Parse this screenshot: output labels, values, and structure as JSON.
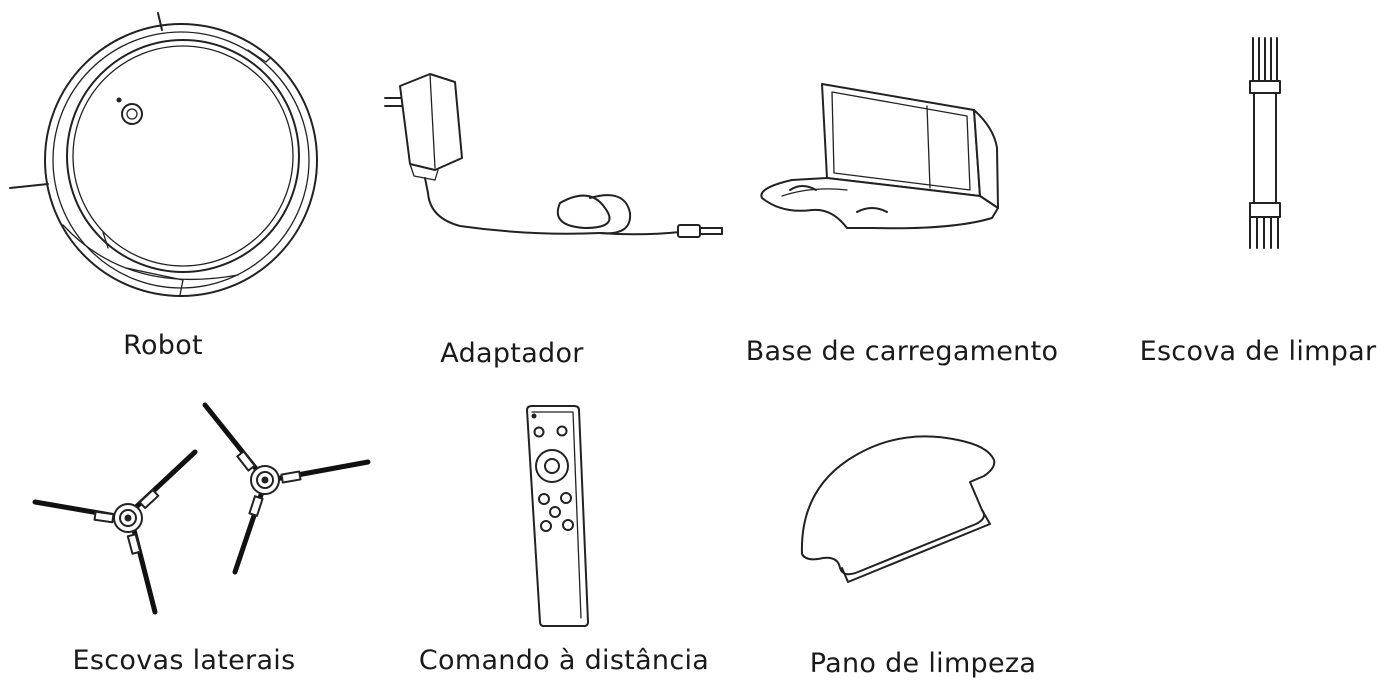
{
  "items": [
    {
      "id": "robot",
      "label": "Robot",
      "icon": "robot-vacuum-icon"
    },
    {
      "id": "adapter",
      "label": "Adaptador",
      "icon": "power-adapter-icon"
    },
    {
      "id": "charging_base",
      "label": "Base de carregamento",
      "icon": "charging-base-icon"
    },
    {
      "id": "cleaning_brush",
      "label": "Escova de limpar",
      "icon": "cleaning-brush-icon"
    },
    {
      "id": "side_brushes",
      "label": "Escovas laterais",
      "icon": "side-brushes-icon"
    },
    {
      "id": "remote_control",
      "label": "Comando à distância",
      "icon": "remote-control-icon"
    },
    {
      "id": "mop_cloth",
      "label": "Pano de limpeza",
      "icon": "mop-cloth-icon"
    }
  ]
}
